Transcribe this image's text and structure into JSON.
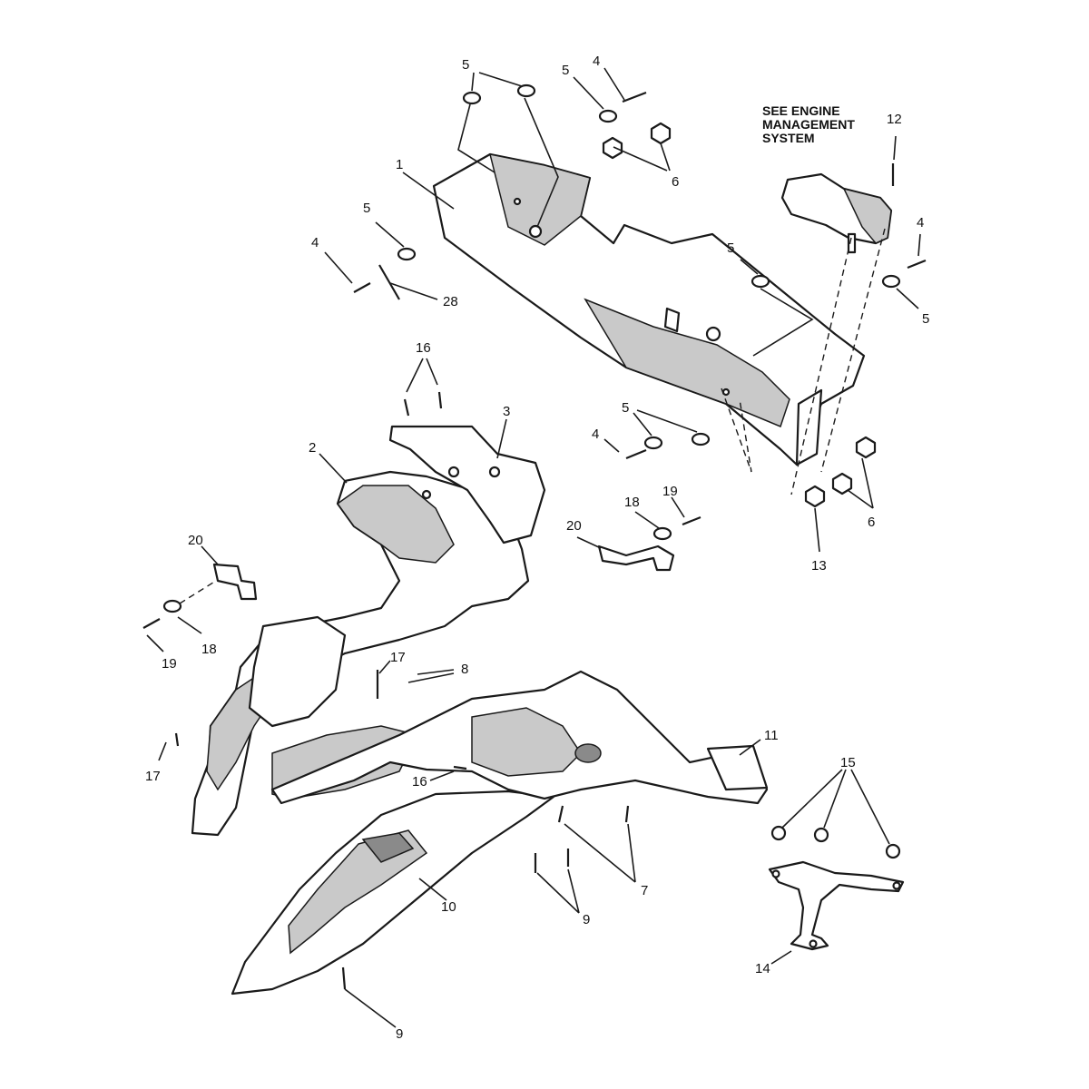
{
  "note": {
    "line1": "SEE ENGINE",
    "line2": "MANAGEMENT",
    "line3": "SYSTEM"
  },
  "callouts": {
    "c5a": "5",
    "c4a": "4",
    "c5b": "5",
    "c6a": "6",
    "c1": "1",
    "c12": "12",
    "c5c": "5",
    "c4b": "4",
    "c28": "28",
    "c5d": "5",
    "c4c": "4",
    "c5e": "5",
    "c16a": "16",
    "c3": "3",
    "c2": "2",
    "c5f": "5",
    "c4d": "4",
    "c19a": "19",
    "c18a": "18",
    "c20a": "20",
    "c6b": "6",
    "c13": "13",
    "c20b": "20",
    "c18b": "18",
    "c19b": "19",
    "c17a": "17",
    "c8": "8",
    "c17b": "17",
    "c11": "11",
    "c16b": "16",
    "c15": "15",
    "c7": "7",
    "c9a": "9",
    "c10": "10",
    "c14": "14",
    "c9b": "9"
  }
}
